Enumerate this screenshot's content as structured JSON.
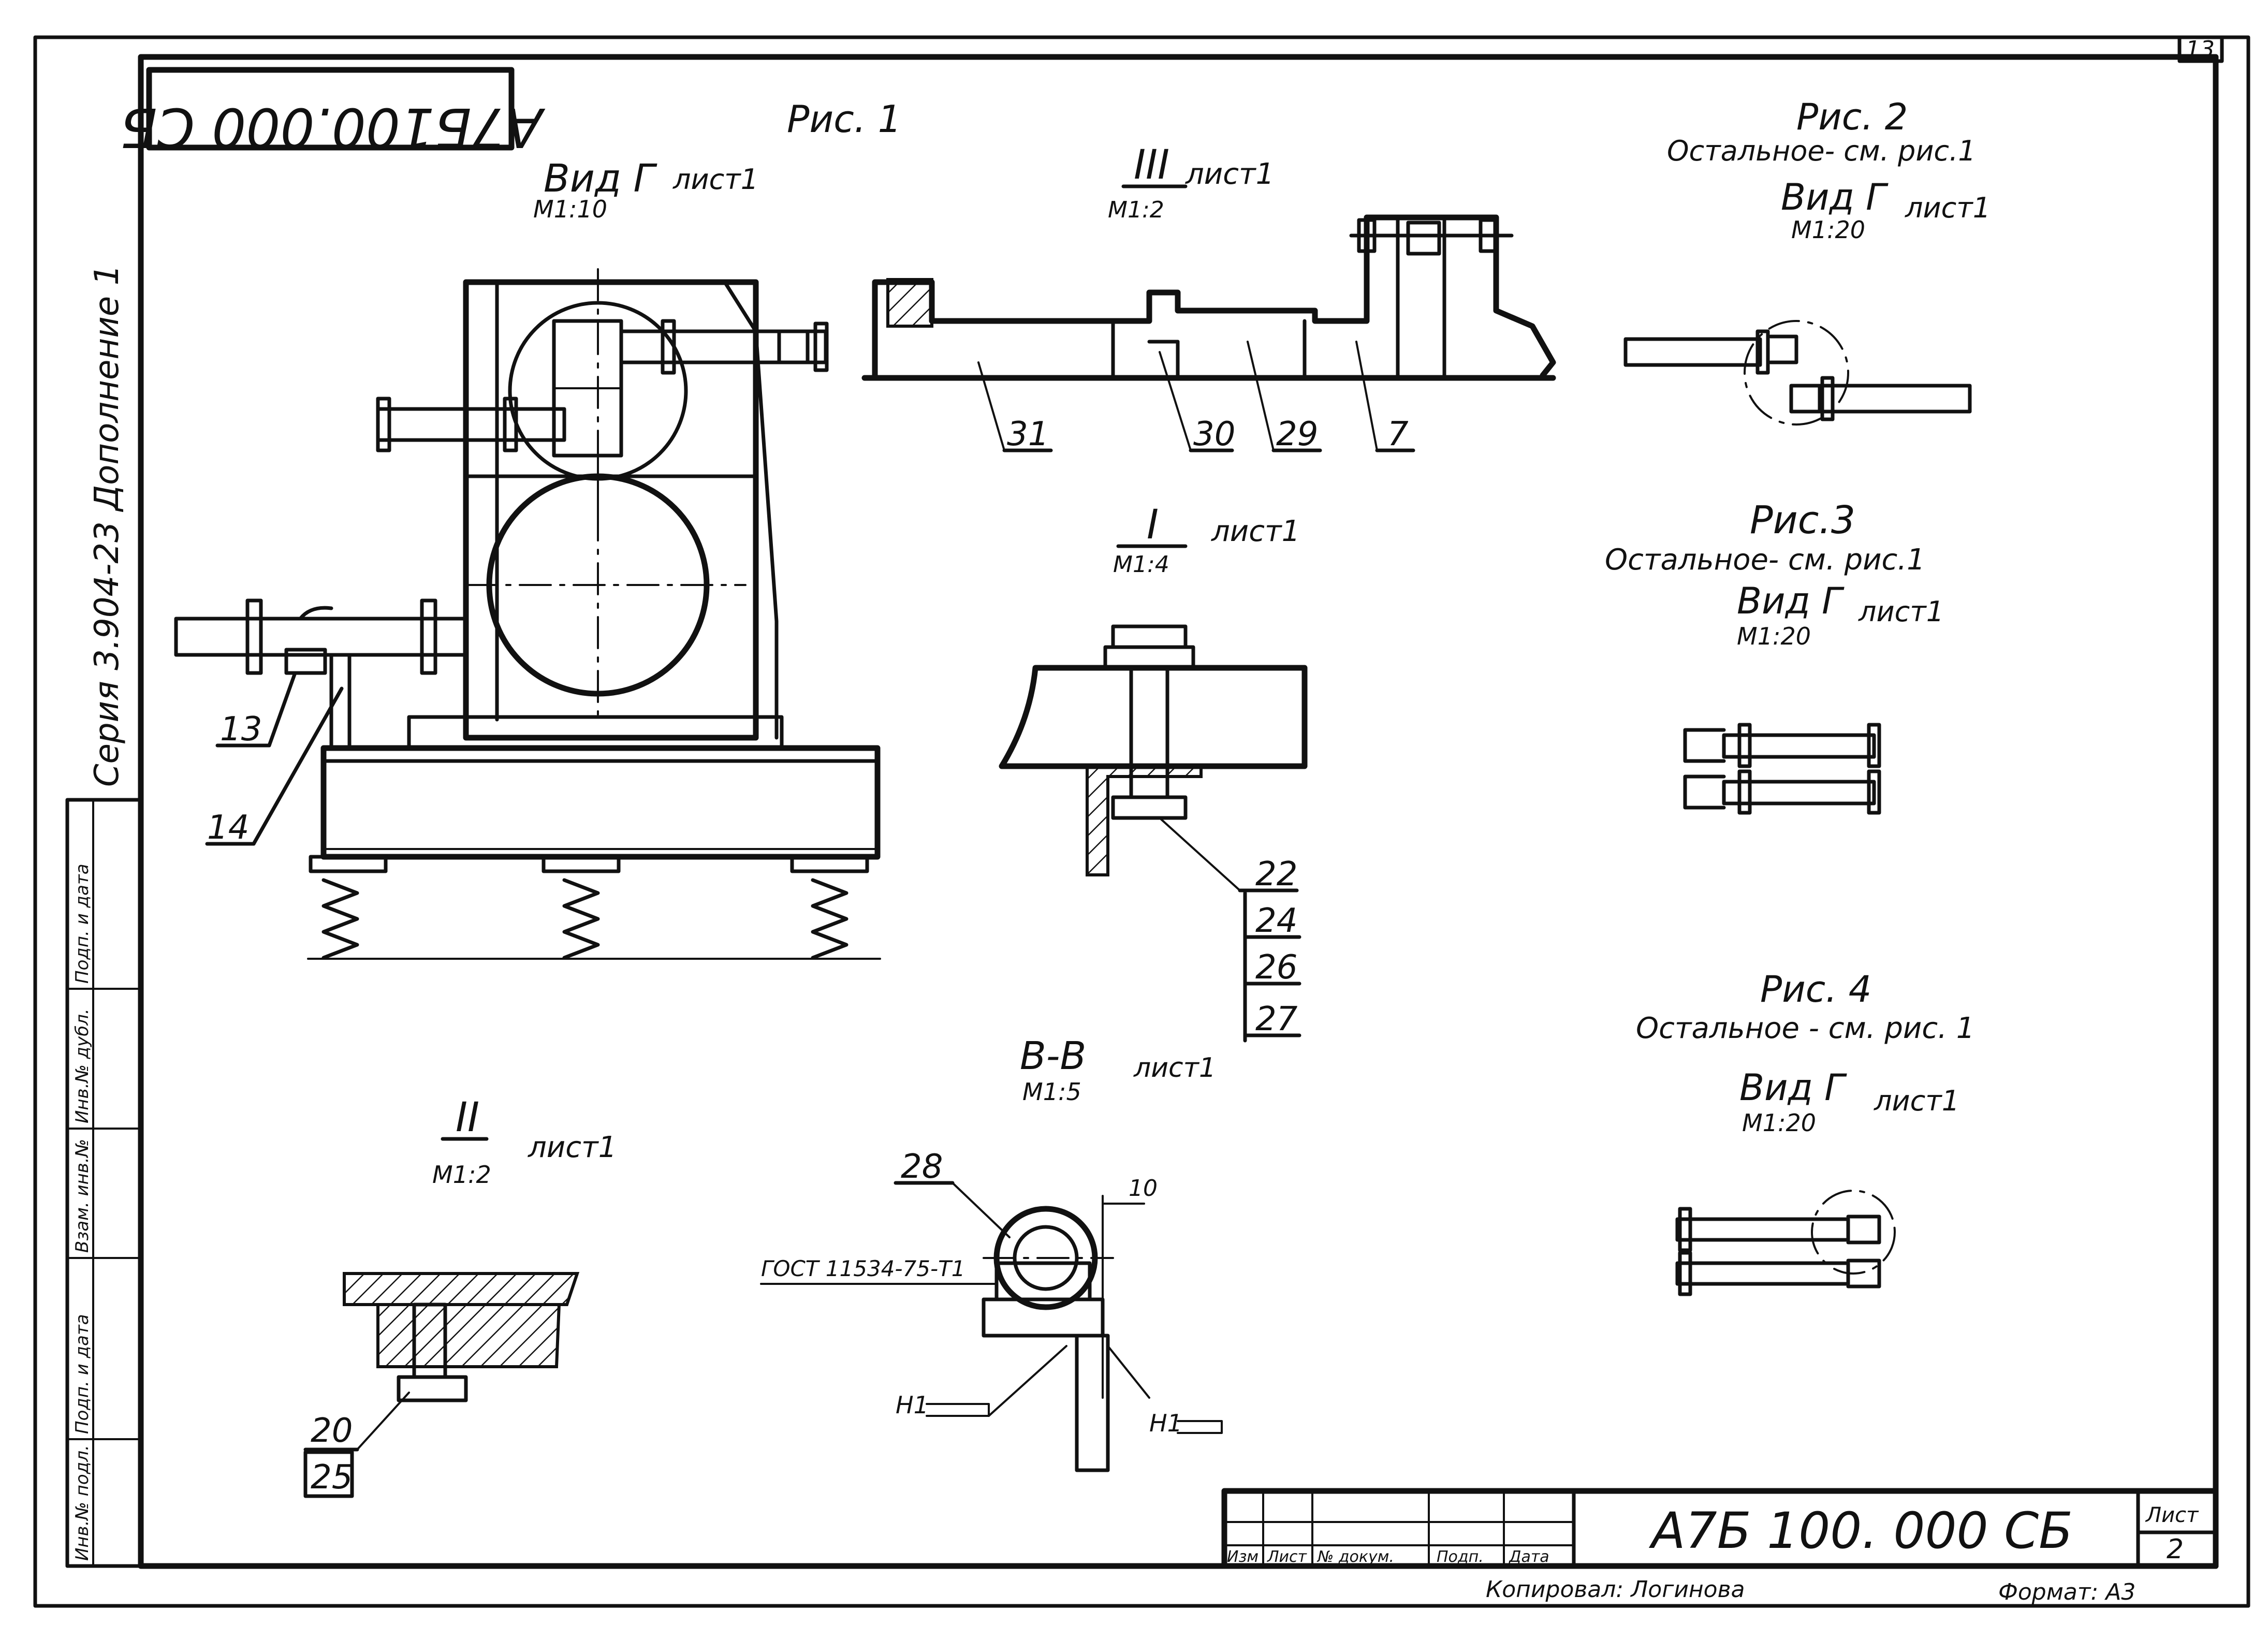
{
  "sheet": {
    "corner_number": "13",
    "stamp_code": "А7Б100.000 СБ",
    "side_label": "Серия 3.904-23      Дополнение 1",
    "side_column_headers": [
      "Инв.№ подл.",
      "Подп. и дата",
      "Взам. инв.№",
      "Инв.№ дубл.",
      "Подп. и дата"
    ]
  },
  "fig1": {
    "title": "Рис. 1",
    "view_title": "Вид Г",
    "view_sheet": "лист1",
    "view_scale": "М1:10",
    "callouts": [
      "13",
      "14"
    ]
  },
  "detail_III": {
    "mark": "III",
    "sheet": "лист1",
    "scale": "М1:2",
    "callouts": [
      "31",
      "30",
      "29",
      "7"
    ]
  },
  "detail_I_top": {
    "mark": "I",
    "sheet": "лист1",
    "scale": "М1:4",
    "callouts": [
      "22",
      "24",
      "26",
      "27"
    ]
  },
  "section_BB": {
    "title": "В-В",
    "sheet": "лист1",
    "scale": "М1:5",
    "callout": "28",
    "gost": "ГОСТ 11534-75-Т1",
    "dimension": "10",
    "weld_left": "Н1",
    "weld_right": "Н1"
  },
  "detail_II": {
    "mark": "II",
    "sheet": "лист1",
    "scale": "М1:2",
    "callouts": [
      "20",
      "25"
    ]
  },
  "fig2": {
    "title": "Рис. 2",
    "note": "Остальное- см. рис.1",
    "view_title": "Вид Г",
    "view_sheet": "лист1",
    "view_scale": "М1:20"
  },
  "fig3": {
    "title": "Рис.3",
    "note": "Остальное- см. рис.1",
    "view_title": "Вид Г",
    "view_sheet": "лист1",
    "view_scale": "М1:20"
  },
  "fig4": {
    "title": "Рис. 4",
    "note": "Остальное - см. рис. 1",
    "view_title": "Вид Г",
    "view_sheet": "лист1",
    "view_scale": "М1:20"
  },
  "title_block": {
    "doc_code": "А7Б 100. 000 СБ",
    "sheet_label": "Лист",
    "sheet_number": "2",
    "col_headers": [
      "Изм",
      "Лист",
      "№ докум.",
      "Подп.",
      "Дата"
    ],
    "copied_by": "Копировал: Логинова",
    "format": "Формат: А3"
  }
}
